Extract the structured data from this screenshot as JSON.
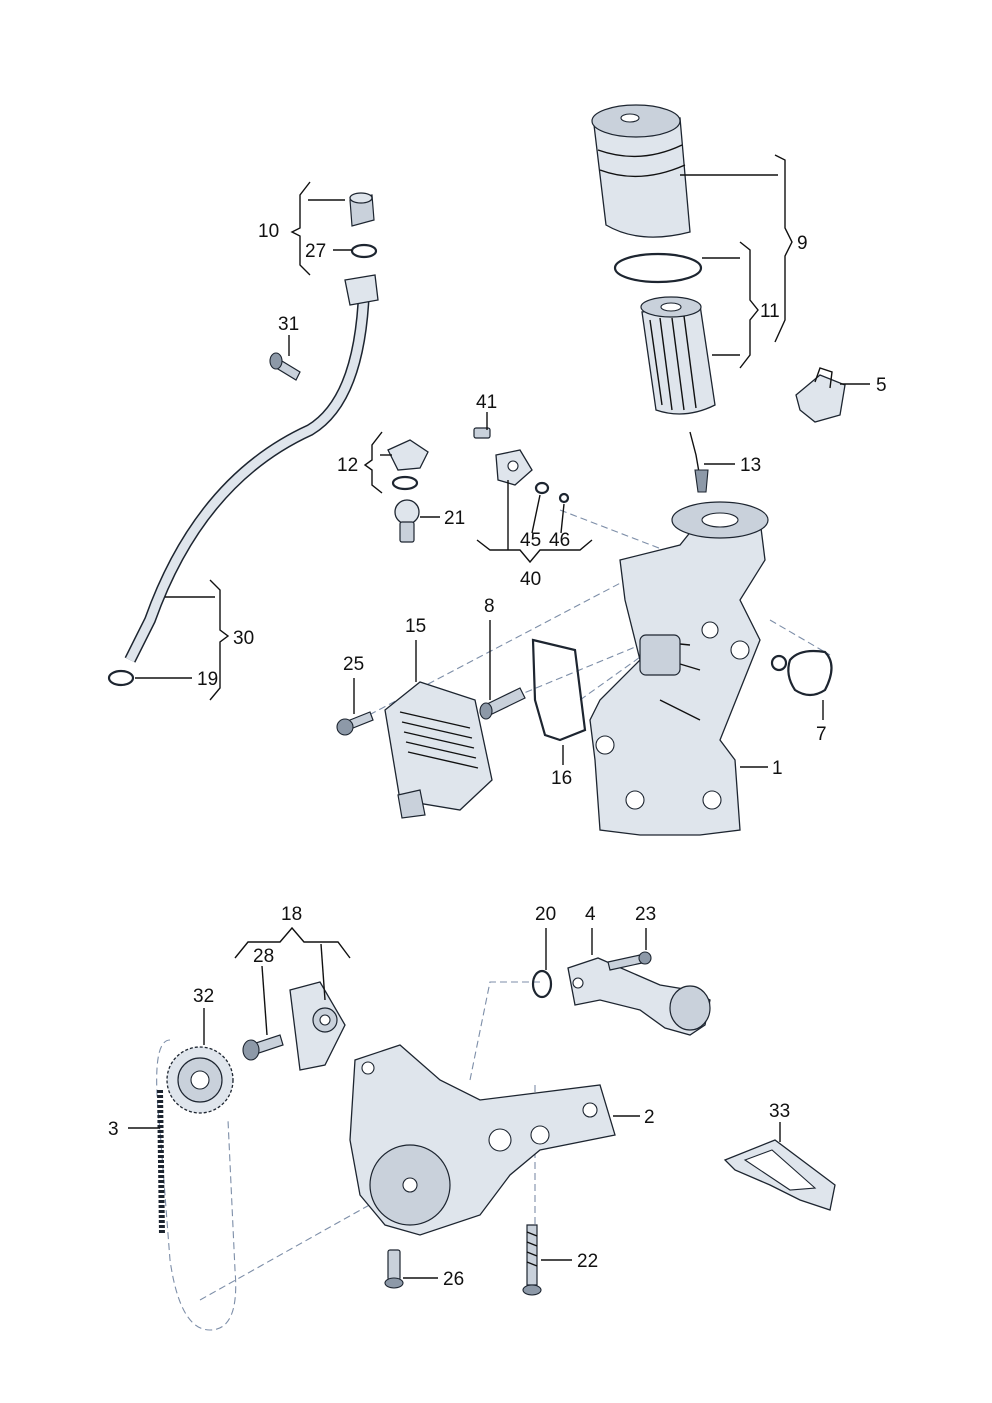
{
  "callouts": {
    "c1": "1",
    "c2": "2",
    "c3": "3",
    "c4": "4",
    "c5": "5",
    "c7": "7",
    "c8": "8",
    "c9": "9",
    "c10": "10",
    "c11": "11",
    "c12": "12",
    "c13": "13",
    "c15": "15",
    "c16": "16",
    "c18": "18",
    "c19": "19",
    "c20": "20",
    "c21": "21",
    "c22": "22",
    "c23": "23",
    "c25": "25",
    "c26": "26",
    "c27": "27",
    "c28": "28",
    "c30": "30",
    "c31": "31",
    "c32": "32",
    "c33": "33",
    "c40": "40",
    "c41": "41",
    "c45": "45",
    "c46": "46"
  },
  "colors": {
    "part_fill": "#dfe5ec",
    "part_shade": "#c9d1db",
    "outline": "#1d2530",
    "dashed_leader": "#7d8ea8"
  }
}
